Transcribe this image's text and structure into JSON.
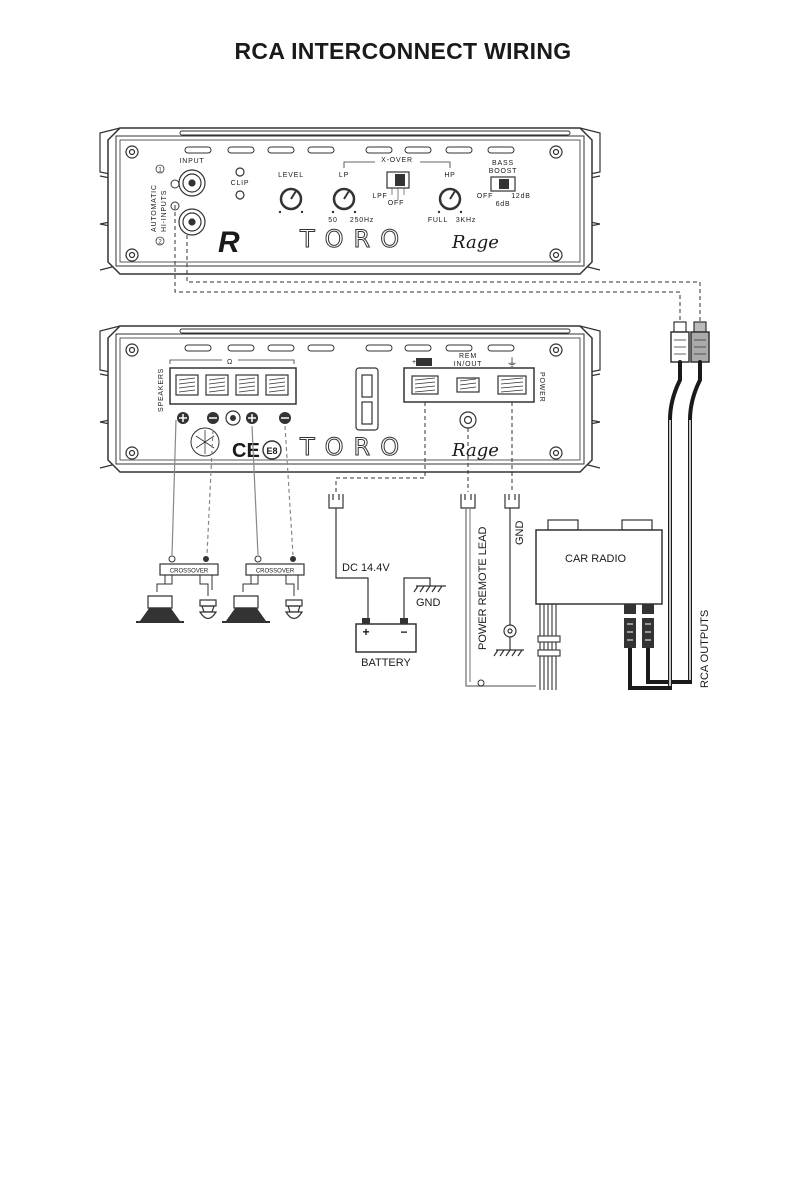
{
  "title": "RCA INTERCONNECT WIRING",
  "amp_top": {
    "side_label_line1": "AUTOMATIC",
    "side_label_line2": "HI-INPUTS",
    "input_label": "INPUT",
    "clip_label": "CLIP",
    "level_label": "LEVEL",
    "xover_label": "X-OVER",
    "lp_label": "LP",
    "hp_label": "HP",
    "lpf_label": "LPF",
    "off_label": "OFF",
    "lp_min": "50",
    "lp_max": "250Hz",
    "hp_min": "FULL",
    "hp_max": "3KHz",
    "bass_boost_line1": "BASS",
    "bass_boost_line2": "BOOST",
    "bb_off": "OFF",
    "bb_12": "12dB",
    "bb_6": "6dB",
    "brand": "TORO",
    "brand_script": "Rage",
    "logo_letter": "R",
    "circle_1": "1",
    "circle_2": "2"
  },
  "amp_bottom": {
    "speakers_label": "SPEAKERS",
    "ohm_label": "Ω",
    "rem_label_line1": "REM",
    "rem_label_line2": "IN/OUT",
    "power_label": "POWER",
    "ground_symbol": "⏚",
    "brand": "TORO",
    "brand_script": "Rage",
    "ce_mark": "CE",
    "e_mark": "E8"
  },
  "speakers": {
    "crossover_label": "CROSSOVER"
  },
  "labels": {
    "dc": "DC 14.4V",
    "gnd_battery": "GND",
    "battery": "BATTERY",
    "plus": "+",
    "minus": "−",
    "power_remote_lead": "POWER REMOTE LEAD",
    "gnd_vertical": "GND",
    "car_radio": "CAR RADIO",
    "rca_outputs": "RCA OUTPUTS"
  }
}
